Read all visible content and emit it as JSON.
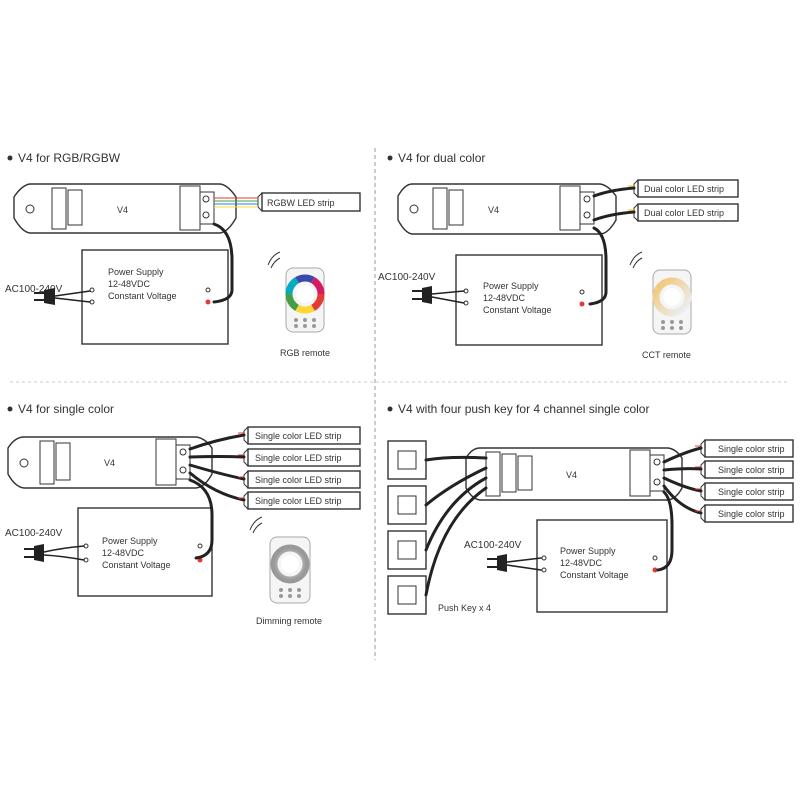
{
  "panels": {
    "rgb": {
      "title": "V4 for RGB/RGBW",
      "controller_label": "V4",
      "strip_label": "RGBW LED strip",
      "ac_label": "AC100-240V",
      "psu": [
        "Power Supply",
        "12-48VDC",
        "Constant Voltage"
      ],
      "remote_label": "RGB remote"
    },
    "dual": {
      "title": "V4 for dual color",
      "controller_label": "V4",
      "strips": [
        "Dual color LED strip",
        "Dual color LED strip"
      ],
      "ac_label": "AC100-240V",
      "psu": [
        "Power Supply",
        "12-48VDC",
        "Constant Voltage"
      ],
      "remote_label": "CCT remote"
    },
    "single": {
      "title": "V4 for single color",
      "controller_label": "V4",
      "strips": [
        "Single color LED strip",
        "Single color LED strip",
        "Single color LED strip",
        "Single color LED strip"
      ],
      "ac_label": "AC100-240V",
      "psu": [
        "Power Supply",
        "12-48VDC",
        "Constant Voltage"
      ],
      "remote_label": "Dimming remote"
    },
    "pushkey": {
      "title": "V4 with four push key for 4 channel single color",
      "controller_label": "V4",
      "strips": [
        "Single color strip",
        "Single color strip",
        "Single color strip",
        "Single color strip"
      ],
      "ac_label": "AC100-240V",
      "psu": [
        "Power Supply",
        "12-48VDC",
        "Constant Voltage"
      ],
      "pushkey_label": "Push Key x 4"
    }
  }
}
